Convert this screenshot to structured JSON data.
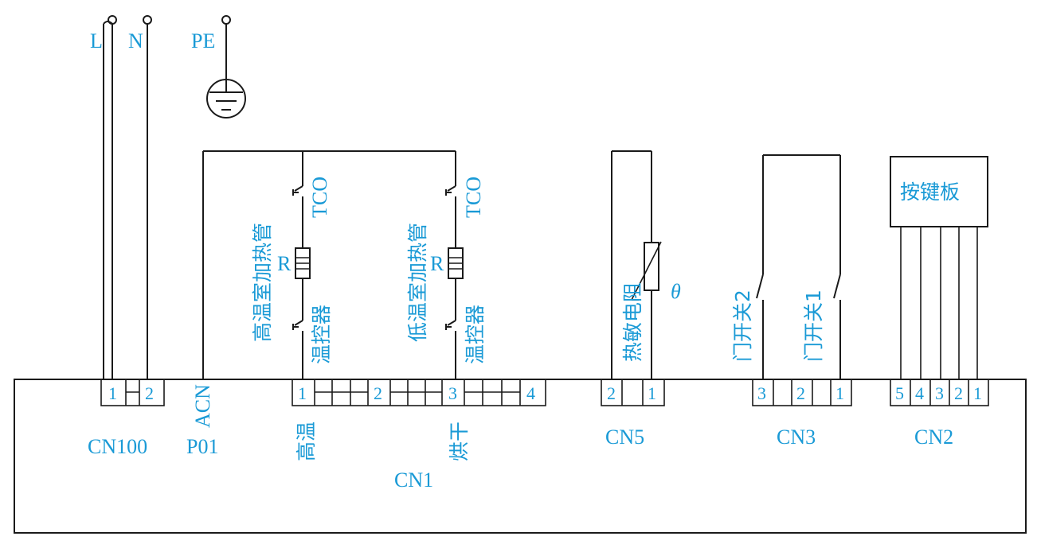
{
  "colors": {
    "label": "#1a9ad6",
    "line": "#1a1a1a",
    "background": "#ffffff"
  },
  "terminals": {
    "l": "L",
    "n": "N",
    "pe": "PE"
  },
  "connectors": {
    "cn100": {
      "name": "CN100",
      "pins": [
        "1",
        "2"
      ]
    },
    "acn": {
      "name_line1": "ACN",
      "name_line2": "P01"
    },
    "cn1": {
      "name": "CN1",
      "pins": [
        "1",
        "2",
        "3",
        "4"
      ],
      "pin1_label": "高温",
      "pin3_label": "烘干"
    },
    "cn5": {
      "name": "CN5",
      "pins": [
        "2",
        "1"
      ]
    },
    "cn3": {
      "name": "CN3",
      "pins": [
        "3",
        "2",
        "1"
      ]
    },
    "cn2": {
      "name": "CN2",
      "pins": [
        "5",
        "4",
        "3",
        "2",
        "1"
      ]
    }
  },
  "components": {
    "high_heater": {
      "name": "高温室加热管",
      "tco": "TCO",
      "resistor": "R",
      "thermostat": "温控器"
    },
    "low_heater": {
      "name": "低温室加热管",
      "tco": "TCO",
      "resistor": "R",
      "thermostat": "温控器"
    },
    "thermistor": {
      "name": "热敏电阻",
      "symbol": "θ"
    },
    "door_switch_2": {
      "name": "门开关2"
    },
    "door_switch_1": {
      "name": "门开关1"
    },
    "keypad": {
      "name": "按键板"
    }
  }
}
